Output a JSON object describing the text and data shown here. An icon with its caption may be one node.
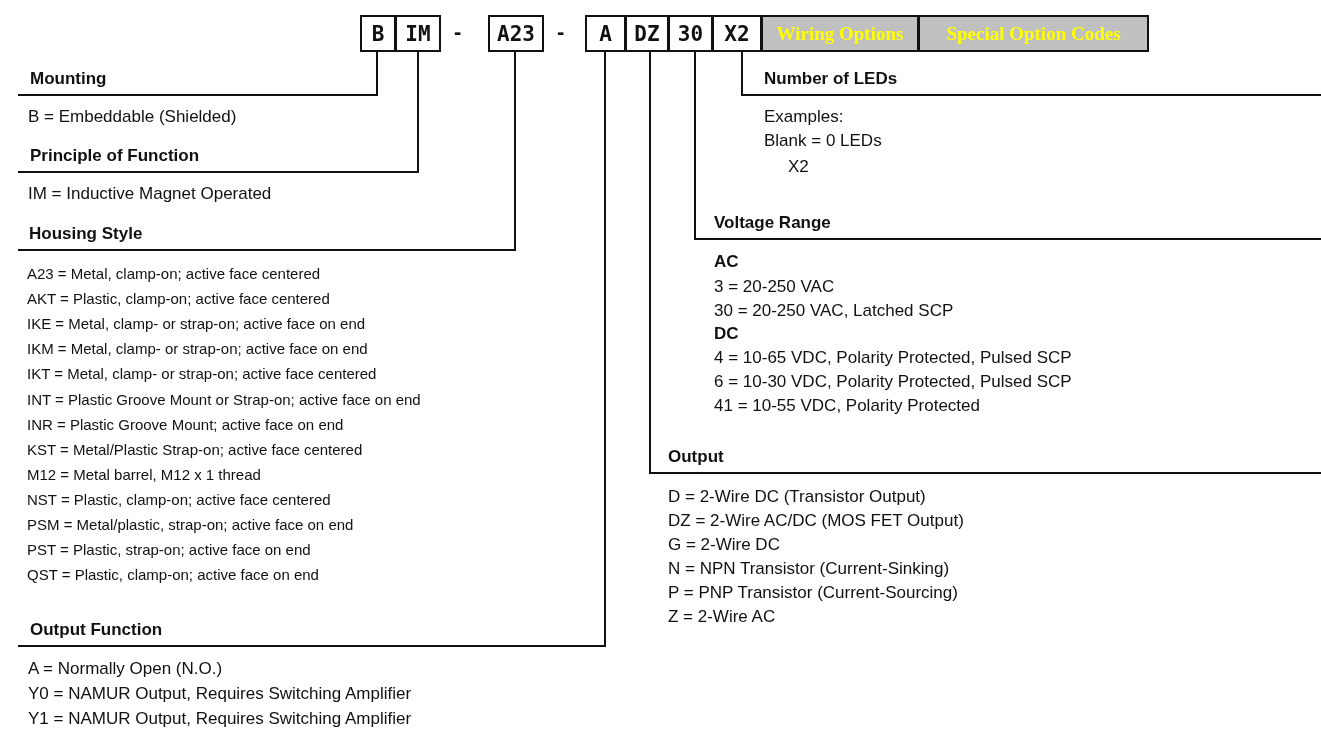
{
  "diagram": {
    "nodes": [
      {
        "text": [
          "B"
        ]
      },
      {
        "text": [
          "IM"
        ]
      },
      {
        "text": [
          "A23"
        ]
      },
      {
        "text": [
          "A"
        ]
      },
      {
        "text": [
          "DZ"
        ]
      },
      {
        "text": [
          "30"
        ]
      },
      {
        "text": [
          "X2"
        ]
      },
      {
        "text": [
          "Wiring Options"
        ]
      },
      {
        "text": [
          "Special Option Codes"
        ]
      },
      {
        "text": [
          "Mounting"
        ],
        "beside": [
          "B = Embeddable (Shielded)"
        ]
      },
      {
        "text": [
          "Number of LEDs"
        ],
        "beside": [
          "Examples:",
          "Blank = 0 LEDs",
          "X2"
        ]
      },
      {
        "text": [
          "Principle of Function"
        ],
        "beside": [
          "IM = Inductive Magnet Operated"
        ]
      },
      {
        "text": [
          "Voltage Range"
        ],
        "beside": [
          "3 = 20-250 VAC",
          "30 = 20-250 VAC, Latched SCP",
          "4 = 10-65 VDC, Polarity Protected, Pulsed SCP",
          "6 = 10-30 VDC, Polarity Protected, Pulsed SCP",
          "41 = 10-55 VDC, Polarity Protected"
        ]
      },
      {
        "text": [
          "Housing Style"
        ],
        "beside": [
          "A23 = Metal, clamp-on; active face centered",
          "AKT = Plastic, clamp-on; active face centered",
          "IKE = Metal, clamp- or strap-on; active face on end",
          "IKM = Metal, clamp- or strap-on; active face on end",
          "IKT = Metal, clamp- or strap-on; active face centered",
          "INT = Plastic Groove Mount or Strap-on; active face on end",
          "INR = Plastic Groove Mount; active face on end",
          "KST = Metal/Plastic Strap-on; active face centered",
          "M12 = Metal barrel, M12 x 1 thread",
          "NST = Plastic, clamp-on; active face centered",
          "PSM = Metal/plastic, strap-on; active face on end",
          "PST = Plastic, strap-on; active face on end",
          "QST = Plastic, clamp-on; active face on end"
        ]
      },
      {
        "text": [
          "Output"
        ],
        "beside": [
          "D = 2-Wire DC (Transistor Output)",
          "DZ = 2-Wire AC/DC (MOS FET Output)",
          "G = 2-Wire DC",
          "N = NPN Transistor (Current-Sinking)",
          "P = PNP Transistor (Current-Sourcing)",
          "Z = 2-Wire AC"
        ]
      },
      {
        "text": [
          "Output Function"
        ],
        "beside": [
          "A = Normally Open (N.O.)",
          "Y0 = NAMUR Output, Requires Switching Amplifier",
          "Y1 = NAMUR Output, Requires Switching Amplifier"
        ]
      }
    ],
    "edges": [
      {
        "from": 0,
        "to": 9,
        "arrow": "none"
      },
      {
        "from": 6,
        "to": 10,
        "arrow": "none"
      },
      {
        "from": 1,
        "to": 11,
        "arrow": "none"
      },
      {
        "from": 5,
        "to": 12,
        "arrow": "none"
      },
      {
        "from": 2,
        "to": 13,
        "arrow": "none"
      },
      {
        "from": 4,
        "to": 14,
        "arrow": "none"
      },
      {
        "from": 3,
        "to": 15,
        "arrow": "none"
      }
    ],
    "labels": [
      "-",
      "-",
      "AC",
      "DC"
    ]
  }
}
